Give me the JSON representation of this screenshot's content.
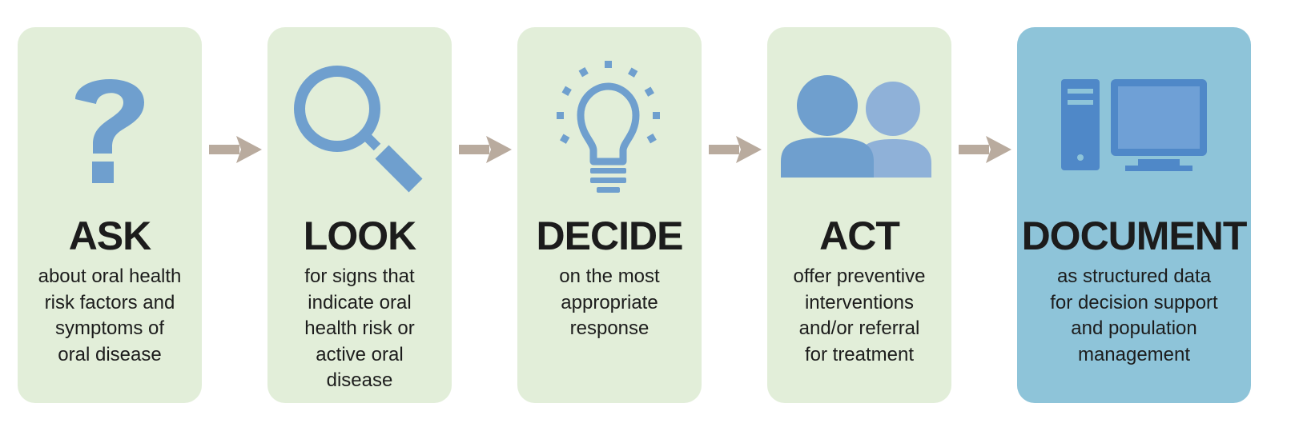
{
  "colors": {
    "card_green": "#e2eed9",
    "card_blue": "#8ec4d9",
    "icon_blue": "#6f9fce",
    "arrow": "#b9ab9e",
    "text": "#1c1c1c"
  },
  "steps": [
    {
      "title": "ASK",
      "icon": "question-mark-icon",
      "lines": [
        "about oral health",
        "risk factors and",
        "symptoms of",
        "oral disease"
      ]
    },
    {
      "title": "LOOK",
      "icon": "magnifying-glass-icon",
      "lines": [
        "for signs that",
        "indicate oral",
        "health risk or",
        "active oral",
        "disease"
      ]
    },
    {
      "title": "DECIDE",
      "icon": "lightbulb-icon",
      "lines": [
        "on the most",
        "appropriate",
        "response"
      ]
    },
    {
      "title": "ACT",
      "icon": "people-icon",
      "lines": [
        "offer preventive",
        "interventions",
        "and/or referral",
        "for treatment"
      ]
    },
    {
      "title": "DOCUMENT",
      "icon": "computer-icon",
      "lines": [
        "as structured data",
        "for decision support",
        "and population",
        "management"
      ]
    }
  ],
  "arrows": [
    "arrow-right-icon",
    "arrow-right-icon",
    "arrow-right-icon",
    "arrow-right-icon"
  ]
}
